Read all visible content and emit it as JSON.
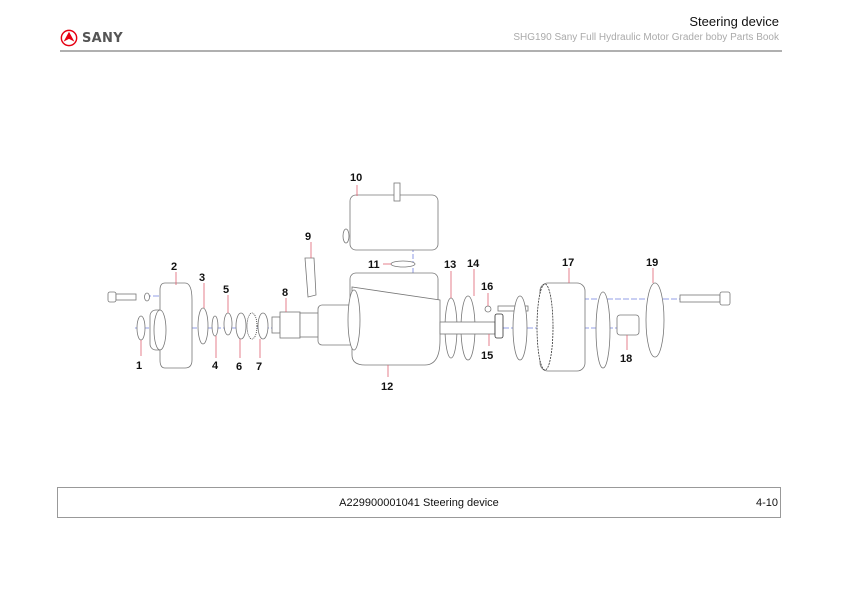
{
  "header": {
    "brand": "SANY",
    "brand_color": "#e60012",
    "title": "Steering device",
    "subtitle": "SHG190 Sany Full Hydraulic Motor Grader boby Parts Book"
  },
  "diagram": {
    "callouts": [
      "1",
      "2",
      "3",
      "4",
      "5",
      "6",
      "7",
      "8",
      "9",
      "10",
      "11",
      "12",
      "13",
      "14",
      "15",
      "16",
      "17",
      "18",
      "19"
    ],
    "leader_color": "#e06070",
    "axis_color": "#6070e0"
  },
  "footer": {
    "title": "A229900001041 Steering device",
    "page": "4-10"
  }
}
